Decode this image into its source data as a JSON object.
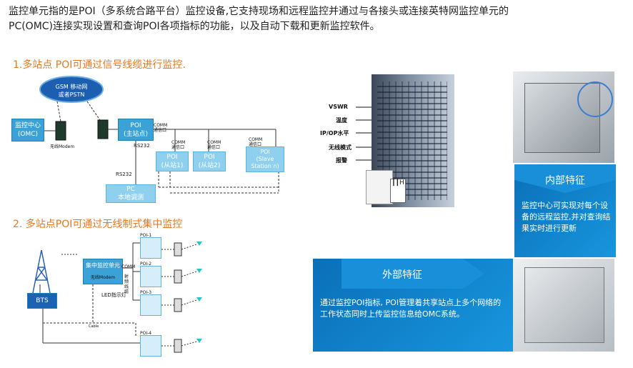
{
  "intro": {
    "line1": "监控单元指的是POI（多系统合路平台）监控设备,它支持现场和远程监控并通过与各接头或连接英特网监控单元的",
    "line2": "PC(OMC)连接实现设置和查询POI各项指标的功能，以及自动下载和更新监控软件。"
  },
  "section1": {
    "title": "1.多站点 POI可通过信号线缆进行监控.",
    "cloud": "GSM 移动网\n或者PSTN",
    "monitor_center": "监控中心\n(OMC)",
    "modem_label": "无线Modem",
    "poi_master": "POI\n(主站点)",
    "comm_port": "COMM\n通信口",
    "rs232_a": "RS232",
    "rs232_b": "RS232",
    "slave1": "POI\n(从站1)",
    "slave2": "POI\n(从站2)",
    "slave3": "POI\n(Slave\nStation n)",
    "pc": "PC\n本地调测"
  },
  "section2": {
    "title": "2. 多站点POI可通过无线制式集中监控",
    "unit": "集中监控单元",
    "modem": "无线Modem",
    "led": "LED指示灯",
    "comm": "COMM",
    "bts": "BTS",
    "cable": "Cable",
    "vertical_label": "射频线缆",
    "poi_labels": [
      "POI-1",
      "POI-2",
      "POI-3",
      "POI-4"
    ]
  },
  "building": {
    "labels": [
      "VSWR",
      "温度",
      "IP/OP水平",
      "无线模式",
      "报警"
    ]
  },
  "panel_internal": {
    "title": "内部特征",
    "text": "监控中心可实现对每个设备的远程监控,并对查询结果实时进行更新"
  },
  "panel_external": {
    "title": "外部特征",
    "text": "通过监控POI指标, POI管理着共享站点上多个网络的工作状态同时上传监控信息给OMC系统。"
  }
}
